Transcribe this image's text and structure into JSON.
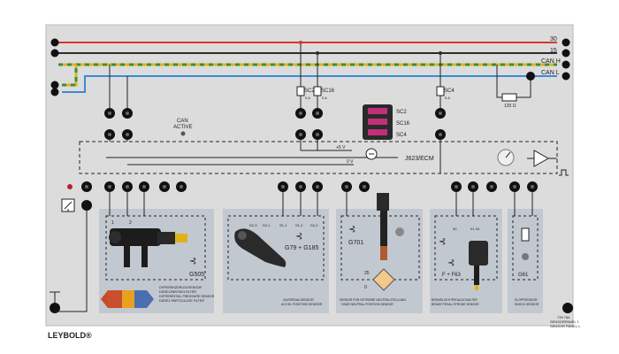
{
  "bus": {
    "line_30": "30",
    "line_15": "15",
    "line_canh": "CAN H",
    "line_canl": "CAN L",
    "resistor": "120 Ω"
  },
  "fuses": {
    "sc2": "SC2",
    "sc16": "SC16",
    "sc4": "SC4",
    "sc2_amp": "5 A",
    "sc16_amp": "5 A",
    "sc4_amp": "5 A"
  },
  "ecu": {
    "can_active": "CAN",
    "can_active2": "ACTIVE",
    "name": "J623/ECM",
    "plus5v": "+5 V",
    "zero_v": "0 V"
  },
  "modules": {
    "dpf": {
      "code": "G505",
      "pin_left": "1",
      "pin_mid": "2",
      "desc1": "DIFFERENZDRUCKSENSOR",
      "desc2": "DIESELPARTIKELFILTER",
      "desc3": "DIFFERENTIAL PRESSURE SENSOR",
      "desc4": "DIESEL PARTICULATE FILTER"
    },
    "pedal": {
      "code": "G79 + G185",
      "pins": [
        "S2-3",
        "S2-1",
        "S1-1",
        "S1-2",
        "S2-2"
      ],
      "desc1": "GASPEDALSENSOR",
      "desc2": "ACCEL POSITION SENSOR"
    },
    "gear": {
      "code": "G701",
      "desc1": "SENSOR FÜR GETRIEBE NEUTRALSTELLUNG",
      "desc2": "GEAR NEUTRAL POSITION SENSOR",
      "mark_25": "25",
      "mark_0": "0"
    },
    "brake": {
      "code": "F + F63",
      "pin_a": "30",
      "pin_b": "KL 54",
      "desc1": "BREMSLICHT/PEDALSCHALTER",
      "desc2": "BRAKE PEDAL STROKE SENSOR"
    },
    "knock": {
      "code": "G61",
      "desc1": "KLOPFSENSOR",
      "desc2": "KNOCK SENSOR"
    }
  },
  "panel": {
    "brand": "LEYBOLD®",
    "id1": "739 766",
    "id2": "SENSORPANEL 1",
    "id3": "SENSOR PANEL 1"
  },
  "colors": {
    "panel": "#dcdcdc",
    "module": "#c2c8cf",
    "wire_30": "#d23a2a",
    "wire_15": "#2c2c2c",
    "wire_canh": "#e0b21a",
    "wire_canh_dash": "#3a8d3a",
    "wire_canl": "#3a8ad6",
    "socket": "#111111"
  }
}
